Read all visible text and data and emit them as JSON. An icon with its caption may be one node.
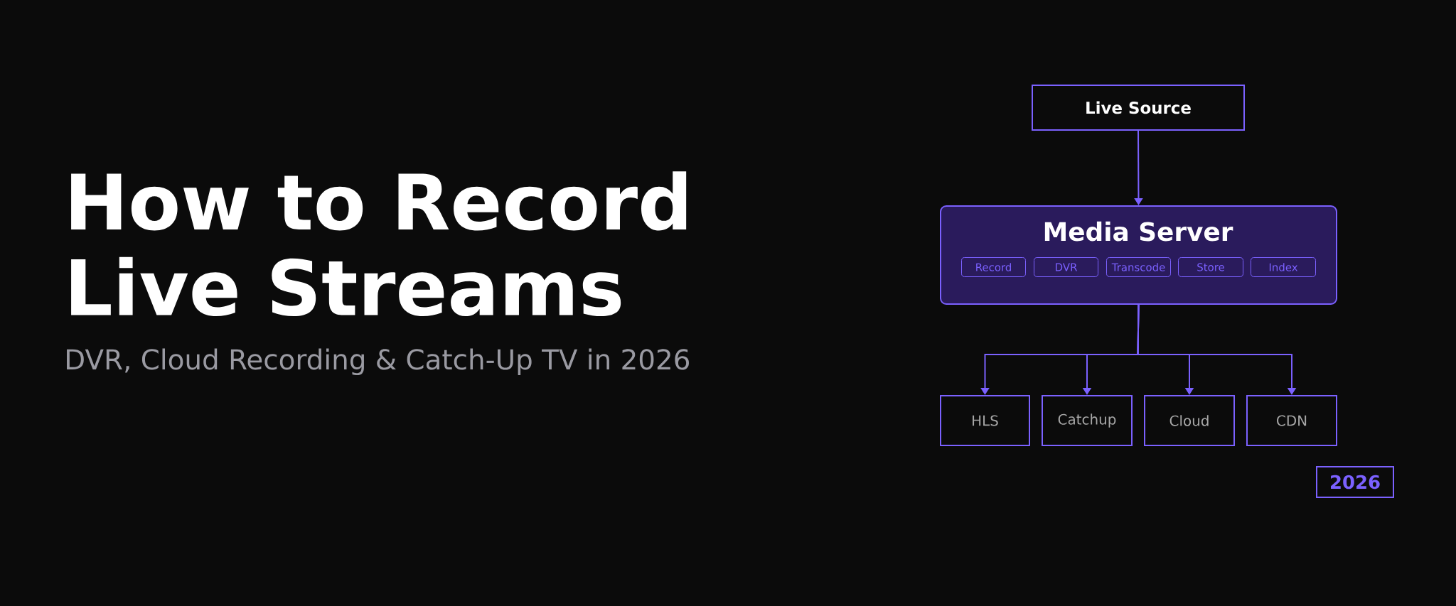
{
  "diagram": {
    "title": "How to Record Live Streams",
    "nodes": [
      {
        "text": [
          "Live Source"
        ]
      },
      {
        "text": [
          "Media Server"
        ]
      },
      {
        "text": [
          "Record"
        ],
        "in": 1
      },
      {
        "text": [
          "DVR"
        ],
        "in": 1
      },
      {
        "text": [
          "Transcode"
        ],
        "in": 1
      },
      {
        "text": [
          "Store"
        ],
        "in": 1
      },
      {
        "text": [
          "Index"
        ],
        "in": 1
      },
      {
        "text": [
          "HLS"
        ]
      },
      {
        "text": [
          "Catchup"
        ]
      },
      {
        "text": [
          "Cloud"
        ]
      },
      {
        "text": [
          "CDN"
        ]
      },
      {
        "text": [
          "2026"
        ]
      }
    ],
    "edges": [
      {
        "from": 0,
        "to": 1,
        "arrow": "to"
      },
      {
        "from": 1,
        "to": 7,
        "arrow": "to"
      },
      {
        "from": 1,
        "to": 8,
        "arrow": "to"
      },
      {
        "from": 1,
        "to": 9,
        "arrow": "to"
      },
      {
        "from": 1,
        "to": 10,
        "arrow": "to"
      }
    ],
    "labels": [
      "DVR, Cloud Recording & Catch-Up TV in 2026"
    ]
  }
}
